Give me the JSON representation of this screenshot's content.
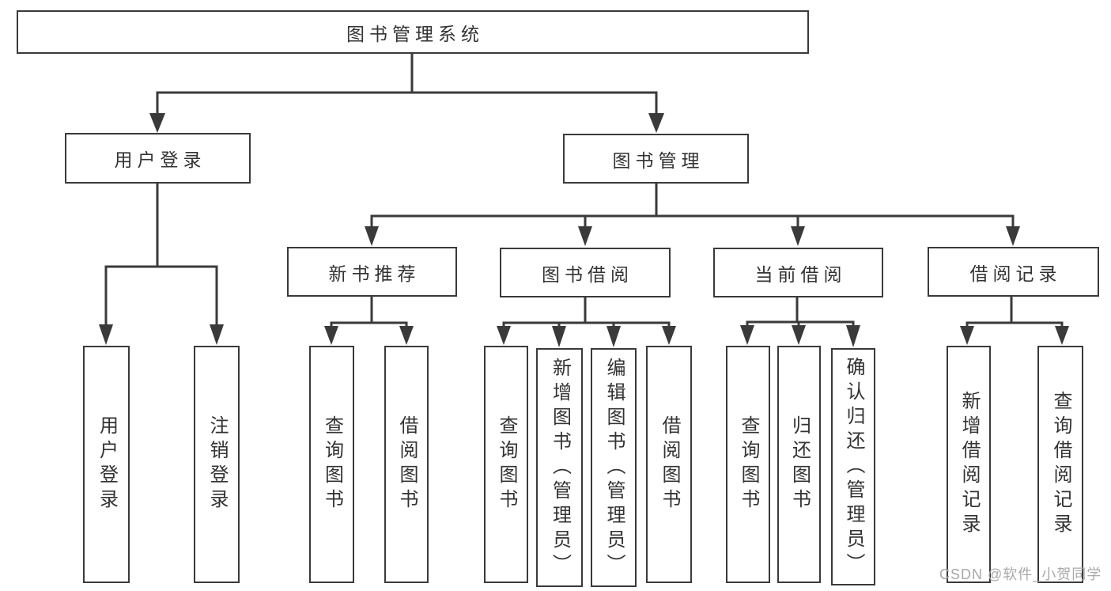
{
  "nodes": {
    "root": {
      "label": "图书管理系统"
    },
    "level2": [
      {
        "label": "用户登录"
      },
      {
        "label": "图书管理"
      }
    ],
    "level3": [
      {
        "label": "新书推荐"
      },
      {
        "label": "图书借阅"
      },
      {
        "label": "当前借阅"
      },
      {
        "label": "借阅记录"
      }
    ],
    "leaves": [
      {
        "label": "用户登录"
      },
      {
        "label": "注销登录"
      },
      {
        "label": "查询图书"
      },
      {
        "label": "借阅图书"
      },
      {
        "label": "查询图书"
      },
      {
        "label": "新增图书（管理员）"
      },
      {
        "label": "编辑图书（管理员）"
      },
      {
        "label": "借阅图书"
      },
      {
        "label": "查询图书"
      },
      {
        "label": "归还图书"
      },
      {
        "label": "确认归还（管理员）"
      },
      {
        "label": "新增借阅记录"
      },
      {
        "label": "查询借阅记录"
      }
    ]
  },
  "watermark": {
    "text": "CSDN @软件_小贺同学"
  },
  "colors": {
    "line": "#3a3a3a",
    "text": "#333333",
    "watermark": "#a8a8a8",
    "background": "#ffffff"
  }
}
